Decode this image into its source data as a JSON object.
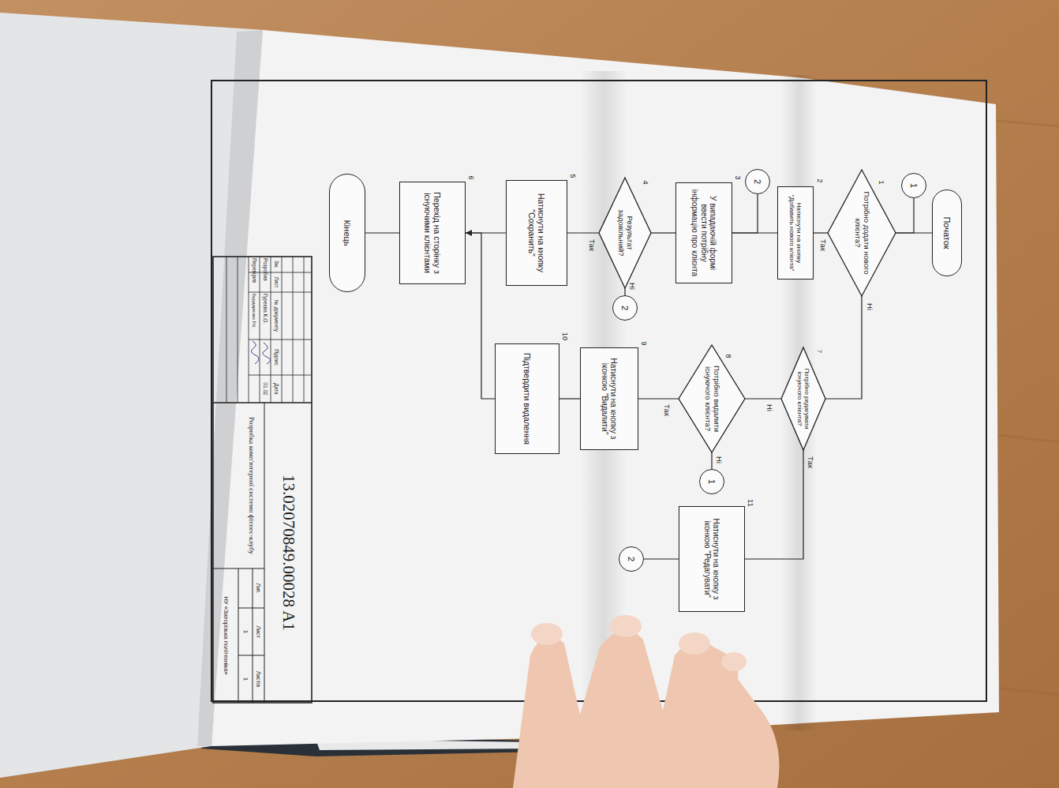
{
  "diagram": {
    "nodes": [
      {
        "text": [
          "Початок"
        ]
      },
      {
        "text": [
          "1"
        ]
      },
      {
        "text": [
          "Потрібно додати нового клієнта?"
        ]
      },
      {
        "text": [
          "Натиснути на кнопку \"Добавить нового клієнта\""
        ]
      },
      {
        "text": [
          "2"
        ]
      },
      {
        "text": [
          "У випадаючій формі ввести потрібну інформацію про клієнта"
        ]
      },
      {
        "text": [
          "Результат задовільний?"
        ]
      },
      {
        "text": [
          "2"
        ]
      },
      {
        "text": [
          "Натиснути на кнопку \"Сохранить\""
        ]
      },
      {
        "text": [
          "Перехід на сторінку з існуючими клієнтами"
        ]
      },
      {
        "text": [
          "Кінець"
        ]
      },
      {
        "text": [
          "Потрібно редагувати існуючого клієнта?"
        ]
      },
      {
        "text": [
          "Потрібно видалити існуючого клієнта?"
        ]
      },
      {
        "text": [
          "1"
        ]
      },
      {
        "text": [
          "Натиснути на кнопку з іконкою \"Видалити\""
        ]
      },
      {
        "text": [
          "Підтвердити видалення"
        ]
      },
      {
        "text": [
          "Натиснути на кнопку з іконкою \"Редагувати\""
        ]
      },
      {
        "text": [
          "2"
        ]
      }
    ],
    "edges": [
      {
        "from": 0,
        "to": 2,
        "arrow": "none"
      },
      {
        "from": 1,
        "to": 2,
        "arrow": "none"
      },
      {
        "from": 2,
        "to": 3,
        "label": "Так",
        "arrow": "none"
      },
      {
        "from": 2,
        "to": 11,
        "label": "Ні",
        "arrow": "none"
      },
      {
        "from": 3,
        "to": 5,
        "arrow": "none"
      },
      {
        "from": 4,
        "to": 5,
        "arrow": "none"
      },
      {
        "from": 5,
        "to": 6,
        "arrow": "none"
      },
      {
        "from": 6,
        "to": 8,
        "label": "Так",
        "arrow": "none"
      },
      {
        "from": 6,
        "to": 7,
        "label": "Ні",
        "arrow": "none"
      },
      {
        "from": 8,
        "to": 9,
        "arrow": "none"
      },
      {
        "from": 9,
        "to": 10,
        "arrow": "none"
      },
      {
        "from": 11,
        "to": 12,
        "label": "Ні",
        "arrow": "none"
      },
      {
        "from": 11,
        "to": 16,
        "label": "Так",
        "arrow": "none"
      },
      {
        "from": 12,
        "to": 14,
        "label": "Так",
        "arrow": "none"
      },
      {
        "from": 12,
        "to": 13,
        "label": "Ні",
        "arrow": "none"
      },
      {
        "from": 14,
        "to": 15,
        "arrow": "none"
      },
      {
        "from": 15,
        "to": 9,
        "arrow": "to"
      },
      {
        "from": 16,
        "to": 17,
        "arrow": "none"
      }
    ],
    "labels": [
      "1",
      "2",
      "3",
      "4",
      "5",
      "6",
      "7",
      "8",
      "9",
      "10",
      "11",
      "Зм.",
      "Лист",
      "№ документу",
      "Підпис",
      "Дата",
      "Розробив",
      "Гуреєва К.О.",
      "01.02",
      "Перевірив",
      "Бурдаренко Р.К.",
      "13.02070849.00028 A1",
      "Розробка комп'ютерної системи фітнес-клубу",
      "Лит.",
      "Лист",
      "Листів",
      "1",
      "1",
      "НУ «Запорізька політехніка»"
    ]
  }
}
